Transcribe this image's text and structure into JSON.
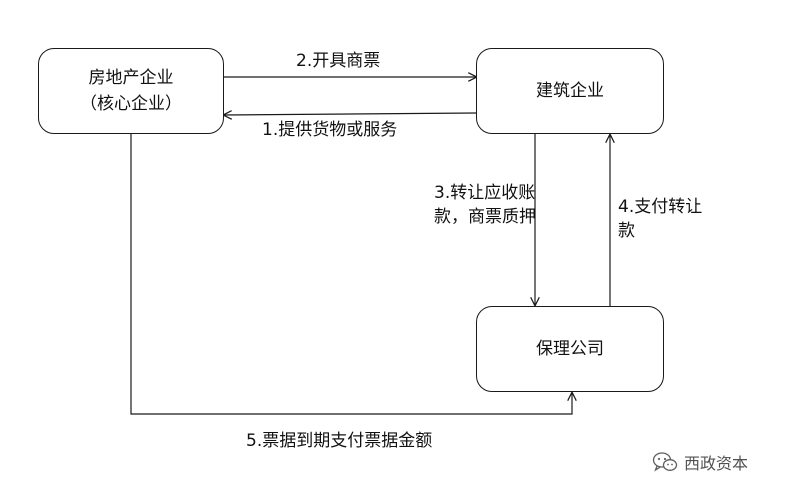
{
  "nodes": {
    "developer": {
      "line1": "房地产企业",
      "line2": "（核心企业）"
    },
    "construction": {
      "label": "建筑企业"
    },
    "factoring": {
      "label": "保理公司"
    }
  },
  "edges": [
    {
      "id": "e1",
      "from": "construction",
      "to": "developer",
      "label": "1.提供货物或服务"
    },
    {
      "id": "e2",
      "from": "developer",
      "to": "construction",
      "label": "2.开具商票"
    },
    {
      "id": "e3",
      "from": "construction",
      "to": "factoring",
      "label": "3.转让应收账款，商票质押"
    },
    {
      "id": "e4",
      "from": "factoring",
      "to": "construction",
      "label": "4.支付转让款"
    },
    {
      "id": "e5",
      "from": "developer",
      "to": "factoring",
      "label": "5.票据到期支付票据金额"
    }
  ],
  "watermark": {
    "icon": "wechat-icon",
    "text": "西政资本"
  },
  "colors": {
    "line": "#1a1a1a",
    "text": "#111111"
  }
}
